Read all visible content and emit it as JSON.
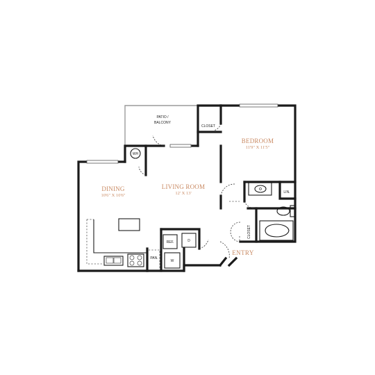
{
  "rooms": {
    "patio": {
      "line1": "PATIO /",
      "line2": "BALCONY"
    },
    "closet_top": "CLOSET",
    "bedroom": {
      "name": "BEDROOM",
      "dims": "11'9\" X 11'5\""
    },
    "water_heater": "WH",
    "dining": {
      "name": "DINING",
      "dims": "10'6\" X 10'6\""
    },
    "living": {
      "name": "LIVING ROOM",
      "dims": "12' X 13'"
    },
    "linen": "LIN.",
    "closet_bath": "CLOSET",
    "refrigerator": "REF.",
    "dryer": "D",
    "washer": "W",
    "pantry": "PAN.",
    "entry": "ENTRY"
  }
}
